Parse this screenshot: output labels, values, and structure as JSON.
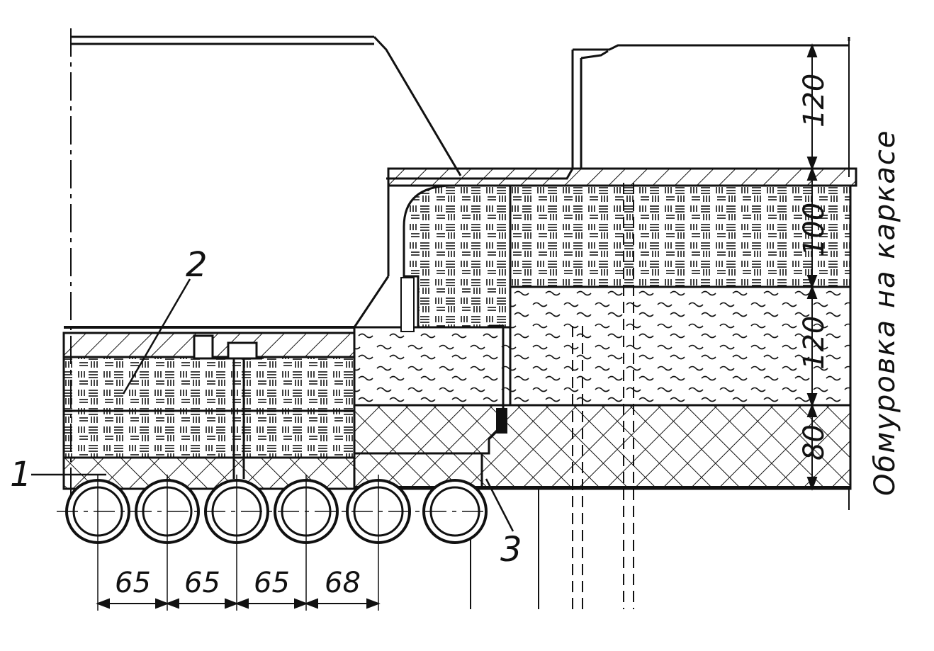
{
  "drawing": {
    "callouts": [
      "1",
      "2",
      "3"
    ],
    "bottom_dimensions": [
      "65",
      "65",
      "65",
      "68"
    ],
    "right_dimensions": [
      "120",
      "100",
      "120",
      "80"
    ],
    "side_label": "Обмуровка на каркасе"
  }
}
